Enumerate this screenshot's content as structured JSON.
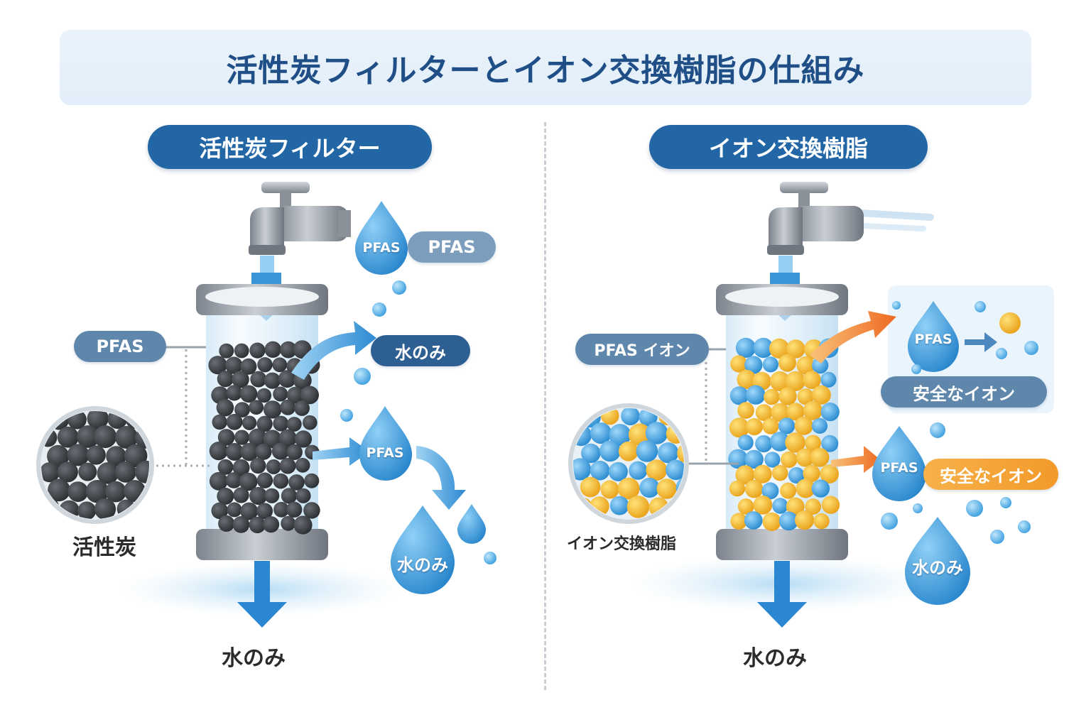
{
  "title": "活性炭フィルターとイオン交換樹脂の仕組み",
  "left": {
    "header": "活性炭フィルター",
    "pfas_intake_label": "PFAS",
    "drop_pfas_top": "PFAS",
    "pfas_side_label": "PFAS",
    "water_only_pill": "水のみ",
    "drop_pfas_mid": "PFAS",
    "drop_water_only": "水のみ",
    "zoom_label": "活性炭",
    "output_label": "水のみ"
  },
  "right": {
    "header": "イオン交換樹脂",
    "pfas_ion_label": "PFAS イオン",
    "drop_pfas_top": "PFAS",
    "safe_ion_box_label": "安全なイオン",
    "drop_pfas_mid": "PFAS",
    "safe_ion_pill": "安全なイオン",
    "zoom_label": "イオン交換樹脂",
    "drop_water_only": "水のみ",
    "output_label": "水のみ"
  },
  "colors": {
    "primary_blue": "#2366a6",
    "title_text": "#1f4f86",
    "water_blue": "#3b94d6",
    "carbon": "#3a3d42",
    "resin_yellow": "#f2b022",
    "resin_blue": "#2f97db",
    "arrow_orange": "#f07a2a"
  },
  "icons": [
    "faucet-icon",
    "water-drop-icon",
    "arrow-down-icon",
    "arrow-right-icon",
    "filter-cylinder-icon",
    "magnifier-circle-icon"
  ]
}
